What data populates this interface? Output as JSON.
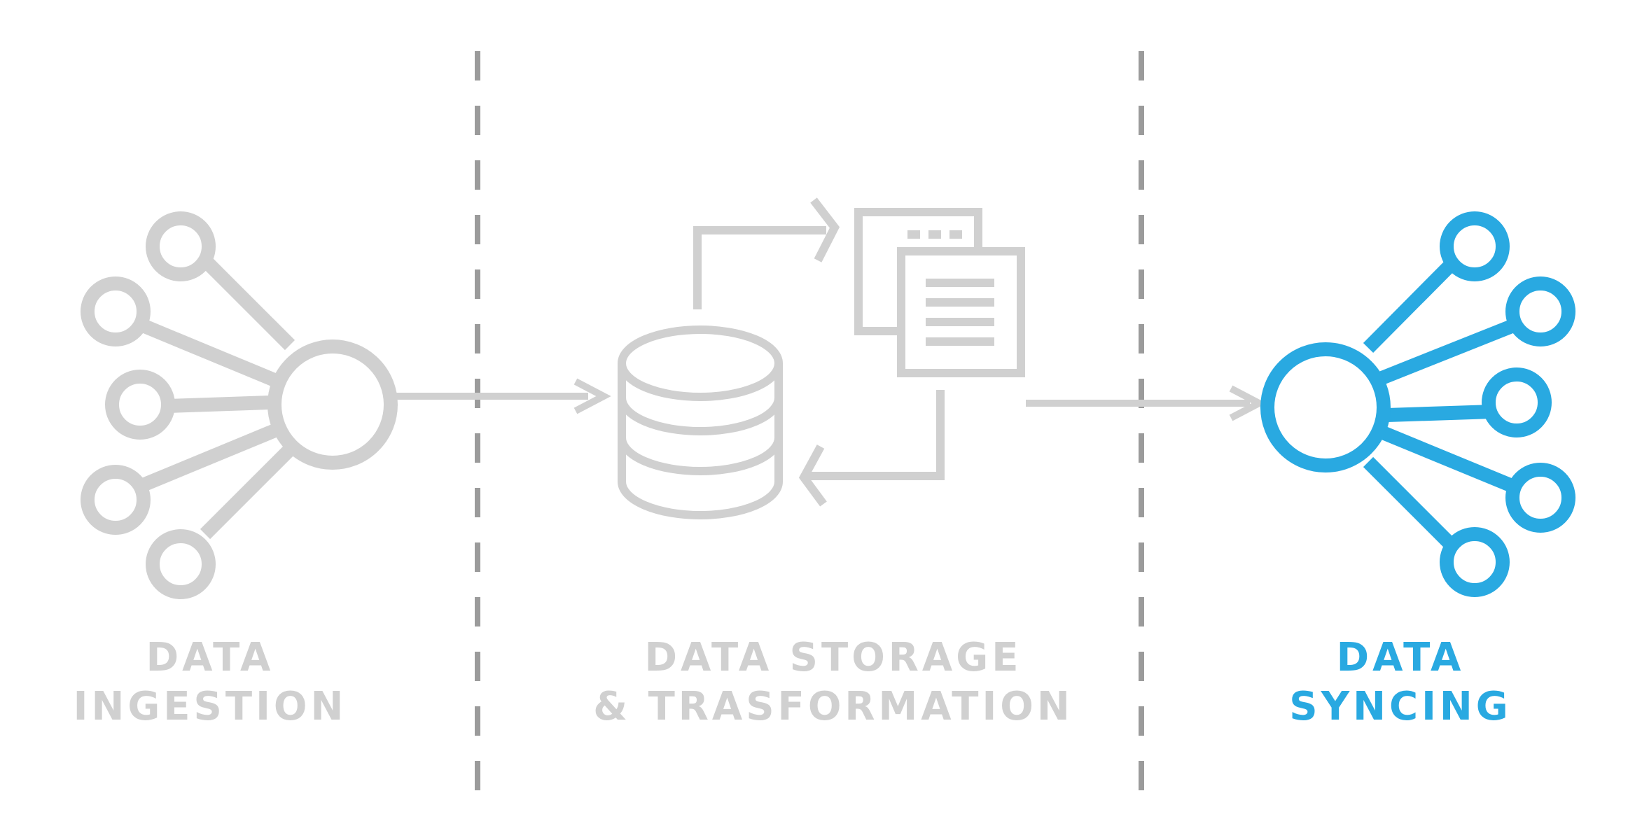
{
  "colors": {
    "muted": "#d0d0d0",
    "accent": "#29a9e1",
    "divider": "#9b9b9b",
    "background": "#ffffff"
  },
  "stages": {
    "ingestion": {
      "line1": "DATA",
      "line2": "INGESTION",
      "icon": "hub-network-icon"
    },
    "storage": {
      "line1": "DATA STORAGE",
      "line2": "& TRASFORMATION",
      "icon": "database-documents-icon"
    },
    "syncing": {
      "line1": "DATA",
      "line2": "SYNCING",
      "icon": "hub-network-icon"
    }
  }
}
